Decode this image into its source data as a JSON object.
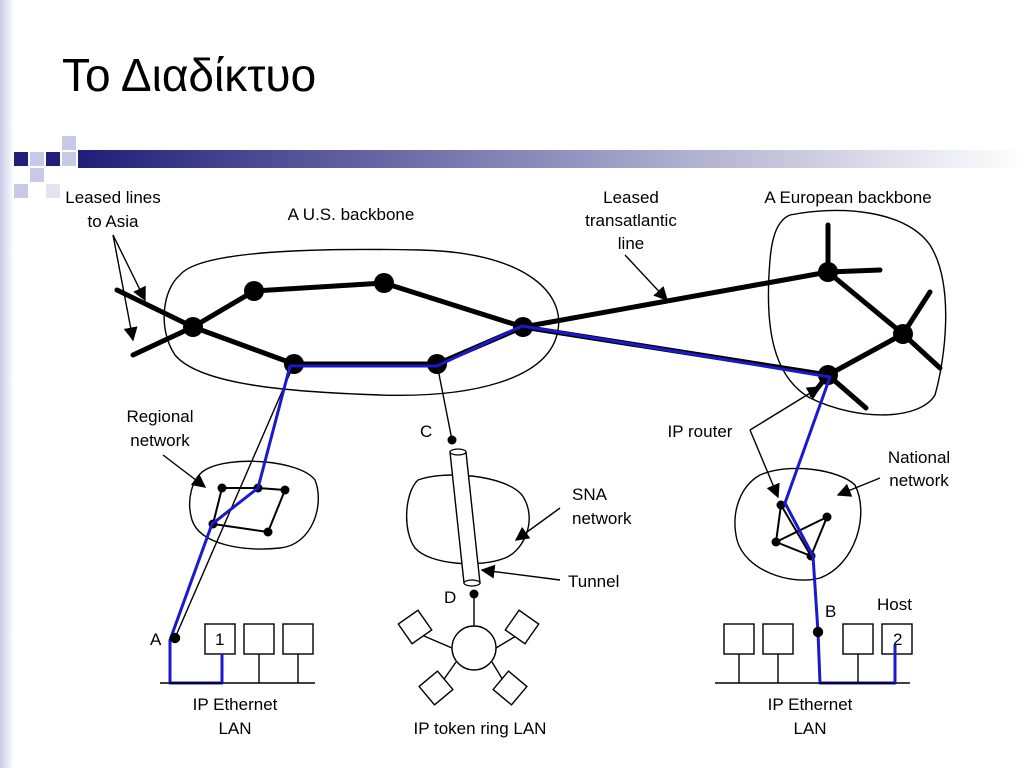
{
  "slide": {
    "title": "Το Διαδίκτυο"
  },
  "diagram": {
    "labels": {
      "leased_lines_1": "Leased lines",
      "leased_lines_2": "to Asia",
      "us_backbone": "A U.S. backbone",
      "leased_trans_1": "Leased",
      "leased_trans_2": "transatlantic",
      "leased_trans_3": "line",
      "eu_backbone": "A European backbone",
      "regional_1": "Regional",
      "regional_2": "network",
      "ip_router": "IP router",
      "national_1": "National",
      "national_2": "network",
      "sna_1": "SNA",
      "sna_2": "network",
      "tunnel": "Tunnel",
      "point_c": "C",
      "point_d": "D",
      "point_a": "A",
      "point_b": "B",
      "host": "Host",
      "host_1": "1",
      "host_2": "2",
      "lan_left_1": "IP Ethernet",
      "lan_left_2": "LAN",
      "lan_right_1": "IP Ethernet",
      "lan_right_2": "LAN",
      "token_ring": "IP token ring LAN"
    },
    "colors": {
      "route": "#1a1acc",
      "line": "#000000",
      "accent": "#1f1f7a"
    }
  }
}
